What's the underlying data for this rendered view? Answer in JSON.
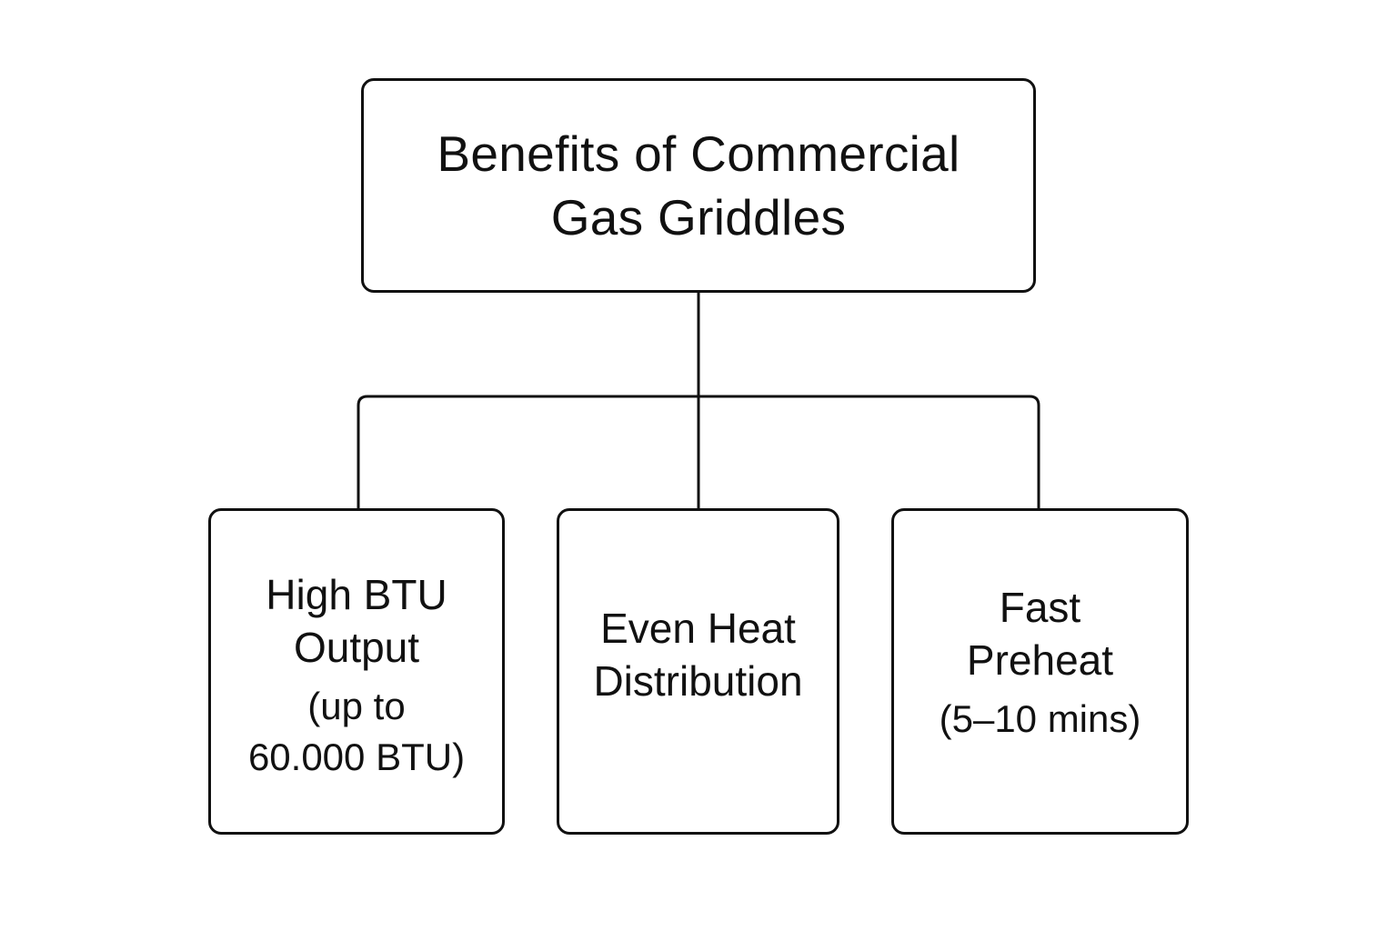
{
  "root": {
    "title_line1": "Benefits of Commercial",
    "title_line2": "Gas Griddles"
  },
  "children": [
    {
      "label_line1": "High BTU",
      "label_line2": "Output",
      "detail_line1": "(up to",
      "detail_line2": "60.000 BTU)"
    },
    {
      "label_line1": "Even Heat",
      "label_line2": "Distribution"
    },
    {
      "label_line1": "Fast",
      "label_line2": "Preheat",
      "detail_line1": "(5–10 mins)"
    }
  ],
  "colors": {
    "stroke": "#111111",
    "background": "#ffffff"
  }
}
